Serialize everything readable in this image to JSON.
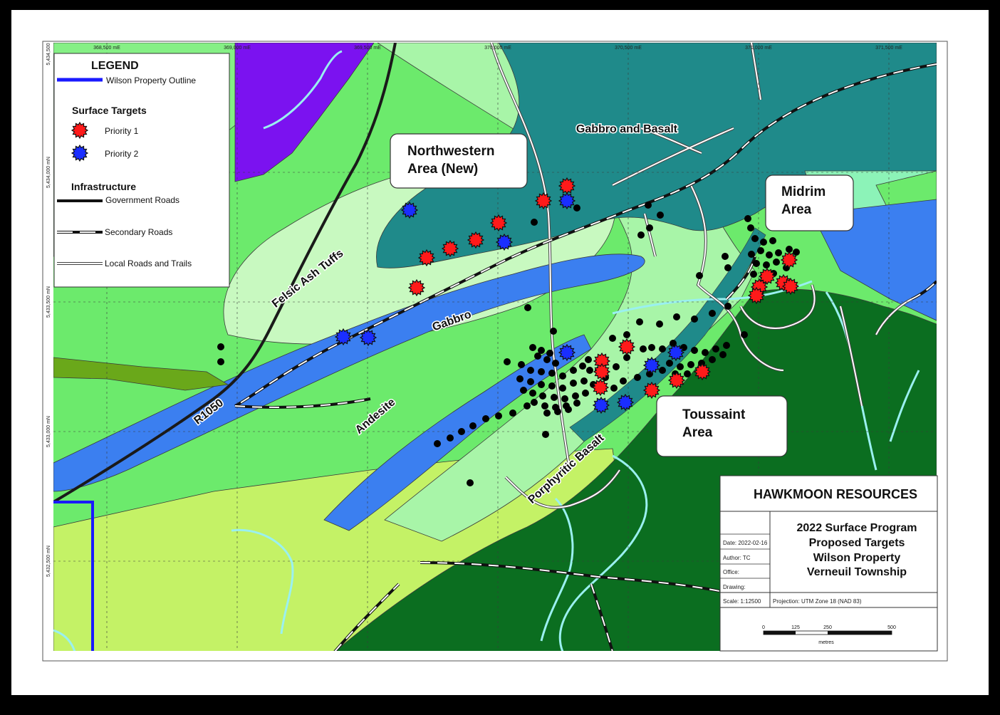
{
  "legend": {
    "title": "LEGEND",
    "property_outline": "Wilson Property Outline",
    "surface_targets_heading": "Surface Targets",
    "priority1": "Priority 1",
    "priority2": "Priority 2",
    "infrastructure_heading": "Infrastructure",
    "government_roads": "Government Roads",
    "secondary_roads": "Secondary Roads",
    "local_roads": "Local Roads and Trails"
  },
  "grid": {
    "eastings": [
      "368,500 mE",
      "369,000 mE",
      "369,500 mE",
      "370,000 mE",
      "370,500 mE",
      "371,000 mE",
      "371,500 mE"
    ],
    "northings": [
      "5,434,500",
      "5,434,000 mN",
      "5,433,500 mN",
      "5,433,000 mN",
      "5,432,500 mN"
    ]
  },
  "units": {
    "gabbro_basalt": "Gabbro and Basalt",
    "felsic": "Felsic Ash Tuffs",
    "gabbro": "Gabbro",
    "andesite": "Andesite",
    "porphyritic": "Porphyritic Basalt"
  },
  "roads": {
    "r1050": "R1050"
  },
  "areas": {
    "northwestern": [
      "Northwestern",
      "Area (New)"
    ],
    "midrim": [
      "Midrim",
      "Area"
    ],
    "toussaint": [
      "Toussaint",
      "Area"
    ]
  },
  "title_block": {
    "company": "HAWKMOON RESOURCES",
    "title_lines": [
      "2022 Surface Program",
      "Proposed Targets",
      "Wilson Property",
      "Verneuil Township"
    ],
    "date": "Date: 2022-02-16",
    "author": "Author: TC",
    "office": "Office:",
    "drawing": "Drawing:",
    "scale": "Scale: 1:12500",
    "projection": "Projection: UTM Zone 18 (NAD 83)",
    "scalebar_ticks": [
      "0",
      "125",
      "250",
      "500"
    ],
    "scalebar_unit": "metres"
  },
  "colors": {
    "priority1": "#ff1a1a",
    "priority2": "#1a2eff",
    "outline": "#1a1aff"
  }
}
